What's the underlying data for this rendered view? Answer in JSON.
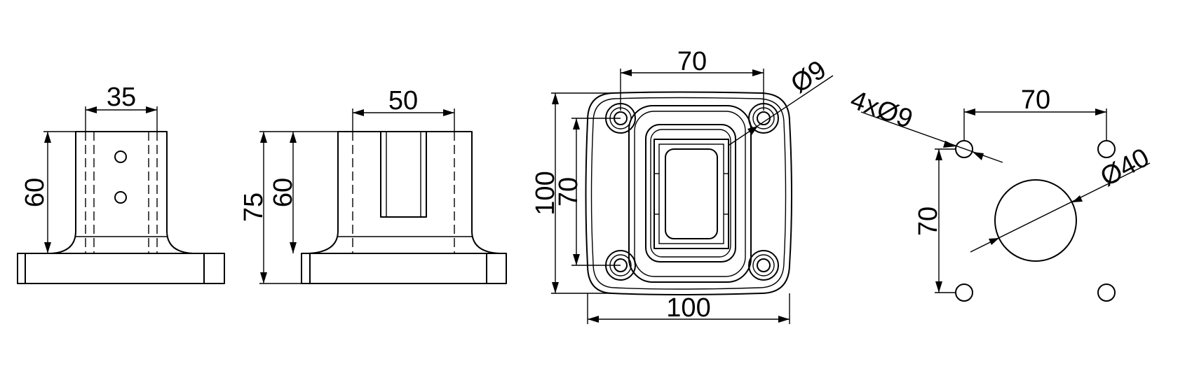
{
  "colors": {
    "line": "#000000",
    "background": "#ffffff"
  },
  "views": {
    "front": {
      "width": "35",
      "height": "60"
    },
    "side": {
      "width": "50",
      "overall_height": "75",
      "height": "60"
    },
    "top": {
      "hole_spacing_x": "70",
      "hole_diameter": "Ø9",
      "outer_height": "100",
      "hole_spacing_y": "70",
      "outer_width": "100"
    },
    "pattern": {
      "holes": "4xØ9",
      "hole_spacing_x": "70",
      "center_diameter": "Ø40",
      "hole_spacing_y": "70"
    }
  }
}
